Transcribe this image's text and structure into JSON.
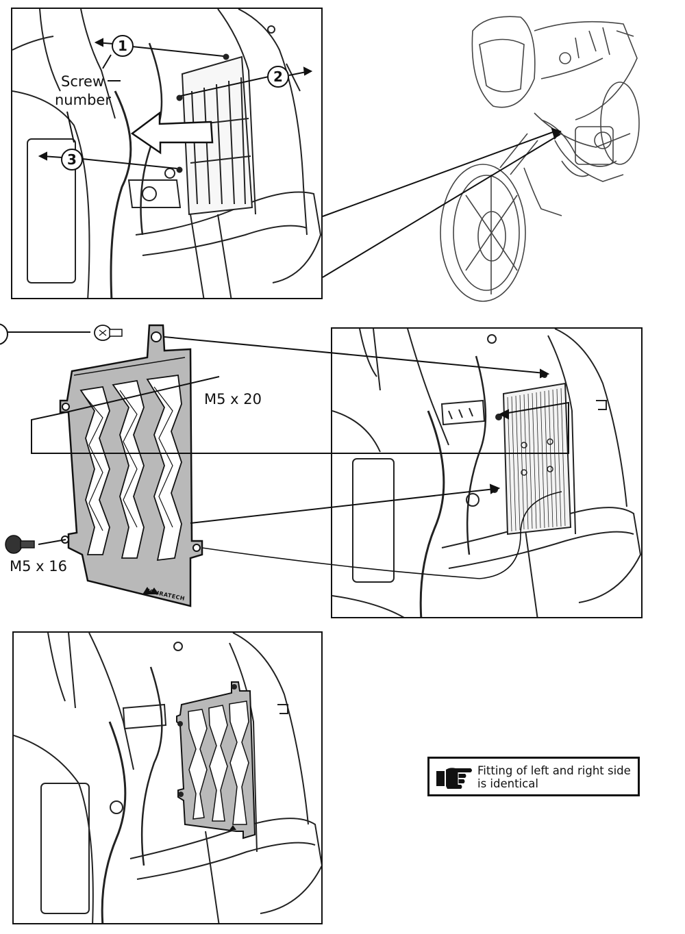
{
  "top_panel": {
    "callouts": [
      "1",
      "2",
      "3"
    ],
    "screw_label_line1": "Screw",
    "screw_label_line2": "number"
  },
  "middle_panel": {
    "bolt_upper_label": "M5 x 20",
    "bolt_lower_label": "M5 x 16",
    "brand_mark": "TOURATECH"
  },
  "note": {
    "icon": "pointing-hand-icon",
    "line1": "Fitting of left and right side",
    "line2": "is identical"
  }
}
